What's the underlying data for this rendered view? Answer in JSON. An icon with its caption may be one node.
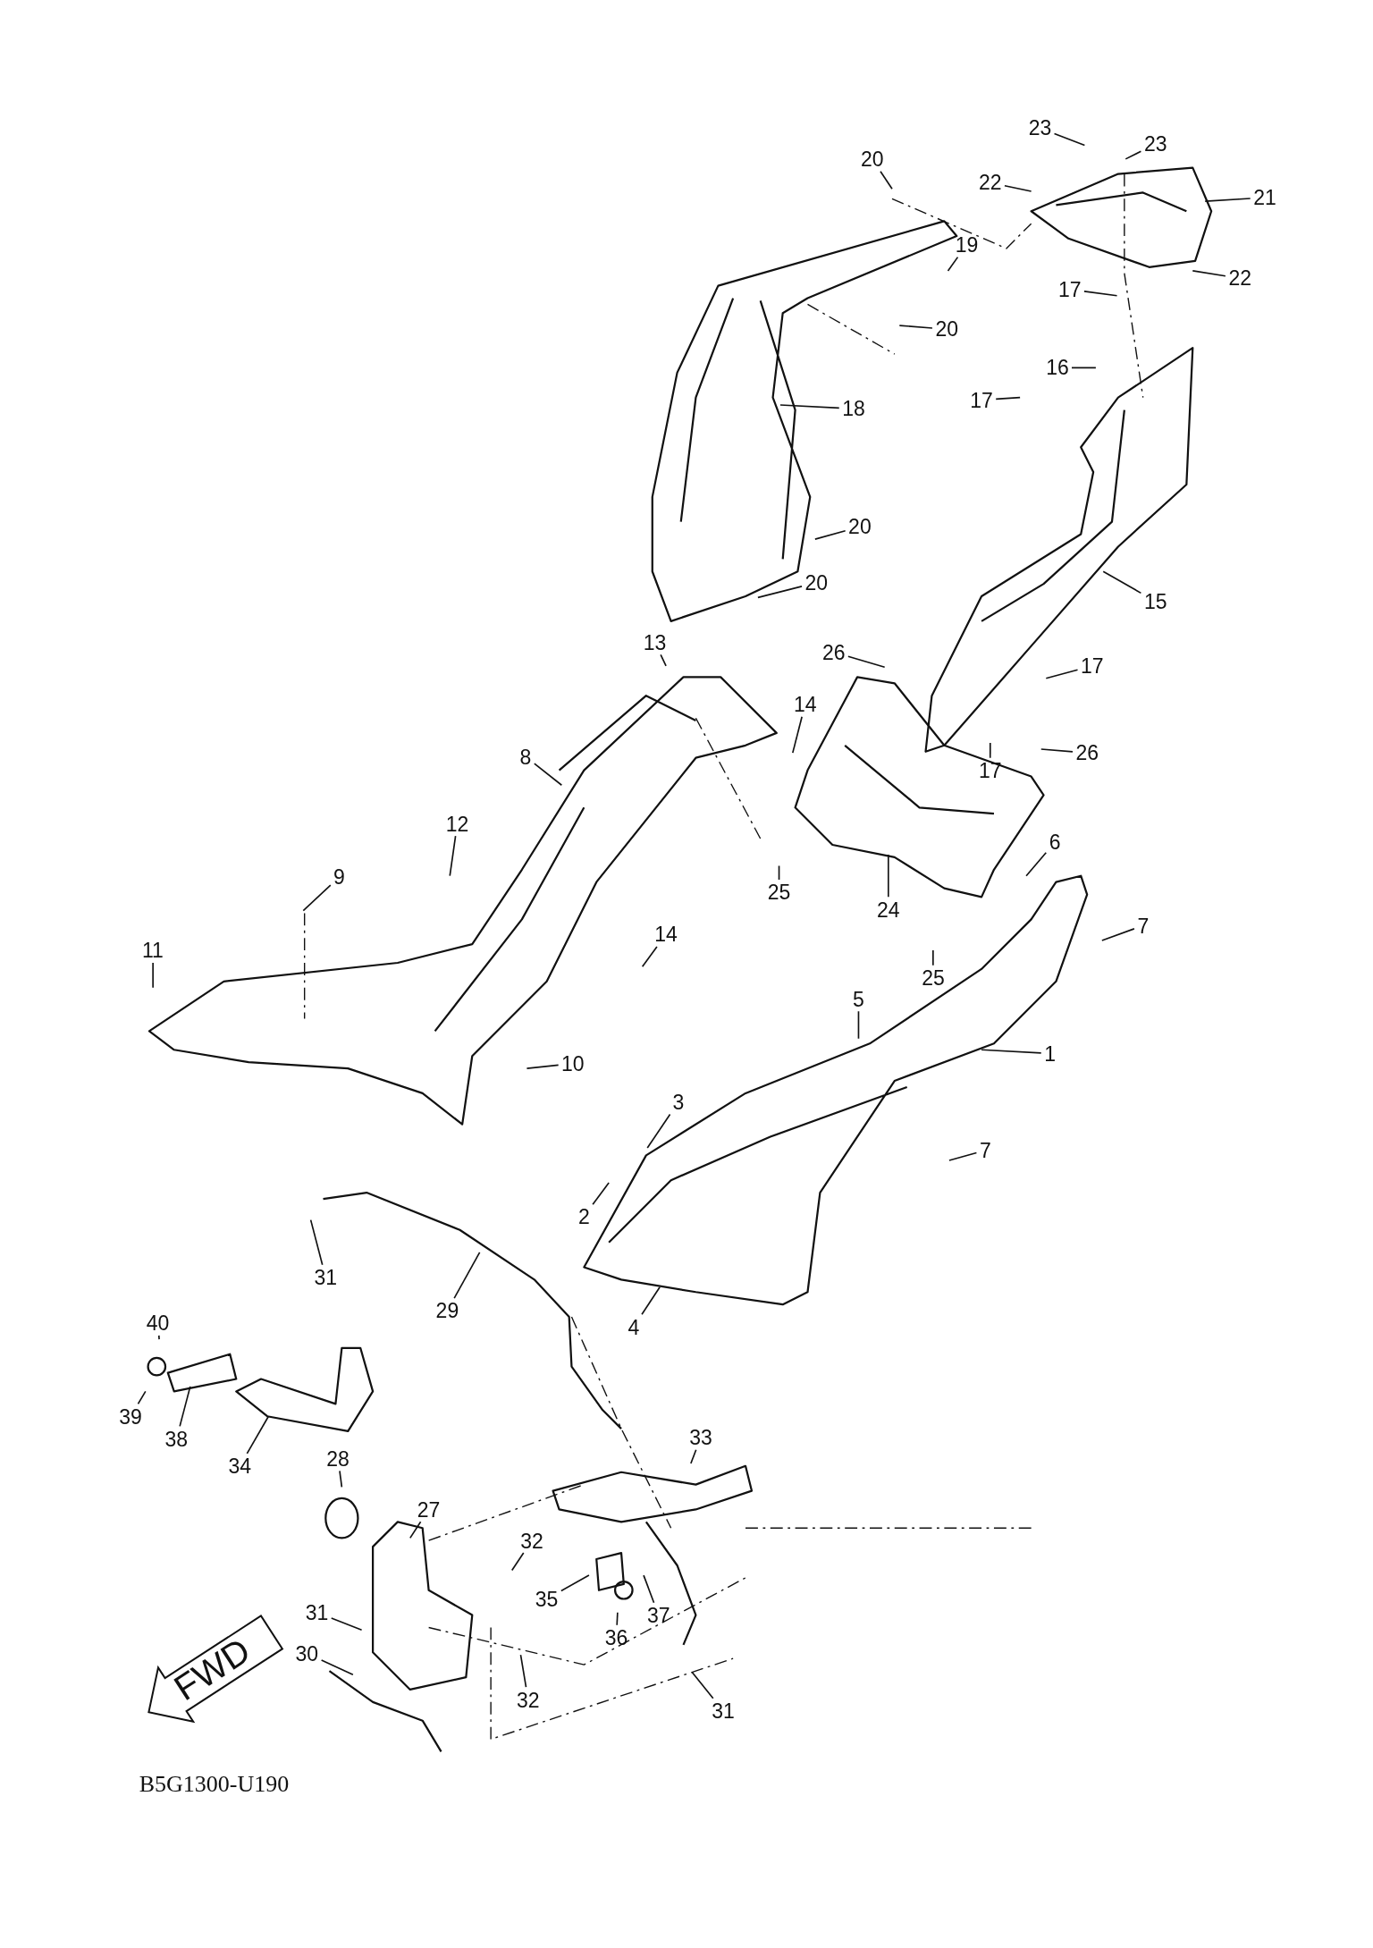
{
  "diagram": {
    "nodes": [
      {
        "text": [
          "23"
        ]
      },
      {
        "text": [
          "23"
        ]
      },
      {
        "text": [
          "20"
        ]
      },
      {
        "text": [
          "22"
        ]
      },
      {
        "text": [
          "21"
        ]
      },
      {
        "text": [
          "19"
        ]
      },
      {
        "text": [
          "22"
        ]
      },
      {
        "text": [
          "17"
        ]
      },
      {
        "text": [
          "20"
        ]
      },
      {
        "text": [
          "16"
        ]
      },
      {
        "text": [
          "17"
        ]
      },
      {
        "text": [
          "18"
        ]
      },
      {
        "text": [
          "20"
        ]
      },
      {
        "text": [
          "20"
        ]
      },
      {
        "text": [
          "15"
        ]
      },
      {
        "text": [
          "13"
        ]
      },
      {
        "text": [
          "26"
        ]
      },
      {
        "text": [
          "17"
        ]
      },
      {
        "text": [
          "14"
        ]
      },
      {
        "text": [
          "26"
        ]
      },
      {
        "text": [
          "8"
        ]
      },
      {
        "text": [
          "17"
        ]
      },
      {
        "text": [
          "12"
        ]
      },
      {
        "text": [
          "6"
        ]
      },
      {
        "text": [
          "9"
        ]
      },
      {
        "text": [
          "25"
        ]
      },
      {
        "text": [
          "24"
        ]
      },
      {
        "text": [
          "14"
        ]
      },
      {
        "text": [
          "7"
        ]
      },
      {
        "text": [
          "11"
        ]
      },
      {
        "text": [
          "25"
        ]
      },
      {
        "text": [
          "5"
        ]
      },
      {
        "text": [
          "1"
        ]
      },
      {
        "text": [
          "10"
        ]
      },
      {
        "text": [
          "3"
        ]
      },
      {
        "text": [
          "7"
        ]
      },
      {
        "text": [
          "2"
        ]
      },
      {
        "text": [
          "31"
        ]
      },
      {
        "text": [
          "29"
        ]
      },
      {
        "text": [
          "4"
        ]
      },
      {
        "text": [
          "40"
        ]
      },
      {
        "text": [
          "39"
        ]
      },
      {
        "text": [
          "38"
        ]
      },
      {
        "text": [
          "34"
        ]
      },
      {
        "text": [
          "33"
        ]
      },
      {
        "text": [
          "28"
        ]
      },
      {
        "text": [
          "27"
        ]
      },
      {
        "text": [
          "32"
        ]
      },
      {
        "text": [
          "35"
        ]
      },
      {
        "text": [
          "37"
        ]
      },
      {
        "text": [
          "36"
        ]
      },
      {
        "text": [
          "31"
        ]
      },
      {
        "text": [
          "30"
        ]
      },
      {
        "text": [
          "32"
        ]
      },
      {
        "text": [
          "31"
        ]
      },
      {
        "text": [
          "FWD"
        ]
      }
    ],
    "edges": [
      {
        "from": 0,
        "to": null,
        "arrow": "none"
      },
      {
        "from": 1,
        "to": null,
        "arrow": "none"
      },
      {
        "from": 2,
        "to": null,
        "arrow": "none"
      },
      {
        "from": 3,
        "to": null,
        "arrow": "none"
      },
      {
        "from": 4,
        "to": null,
        "arrow": "none"
      },
      {
        "from": 5,
        "to": null,
        "arrow": "none"
      },
      {
        "from": 6,
        "to": null,
        "arrow": "none"
      },
      {
        "from": 7,
        "to": null,
        "arrow": "none"
      },
      {
        "from": 8,
        "to": null,
        "arrow": "none"
      },
      {
        "from": 9,
        "to": null,
        "arrow": "none"
      },
      {
        "from": 10,
        "to": null,
        "arrow": "none"
      },
      {
        "from": 11,
        "to": null,
        "arrow": "none"
      },
      {
        "from": 12,
        "to": null,
        "arrow": "none"
      },
      {
        "from": 13,
        "to": null,
        "arrow": "none"
      },
      {
        "from": 14,
        "to": null,
        "arrow": "none"
      },
      {
        "from": 15,
        "to": null,
        "arrow": "none"
      },
      {
        "from": 16,
        "to": null,
        "arrow": "none"
      },
      {
        "from": 17,
        "to": null,
        "arrow": "none"
      },
      {
        "from": 18,
        "to": null,
        "arrow": "none"
      },
      {
        "from": 19,
        "to": null,
        "arrow": "none"
      },
      {
        "from": 20,
        "to": null,
        "arrow": "none"
      },
      {
        "from": 21,
        "to": null,
        "arrow": "none"
      },
      {
        "from": 22,
        "to": null,
        "arrow": "none"
      },
      {
        "from": 23,
        "to": null,
        "arrow": "none"
      },
      {
        "from": 24,
        "to": null,
        "arrow": "none"
      },
      {
        "from": 25,
        "to": null,
        "arrow": "none"
      },
      {
        "from": 26,
        "to": null,
        "arrow": "none"
      },
      {
        "from": 27,
        "to": null,
        "arrow": "none"
      },
      {
        "from": 28,
        "to": null,
        "arrow": "none"
      },
      {
        "from": 29,
        "to": null,
        "arrow": "none"
      },
      {
        "from": 30,
        "to": null,
        "arrow": "none"
      },
      {
        "from": 31,
        "to": null,
        "arrow": "none"
      },
      {
        "from": 32,
        "to": null,
        "arrow": "none"
      },
      {
        "from": 33,
        "to": null,
        "arrow": "none"
      },
      {
        "from": 34,
        "to": null,
        "arrow": "none"
      },
      {
        "from": 35,
        "to": null,
        "arrow": "none"
      },
      {
        "from": 36,
        "to": null,
        "arrow": "none"
      },
      {
        "from": 37,
        "to": null,
        "arrow": "none"
      },
      {
        "from": 38,
        "to": null,
        "arrow": "none"
      },
      {
        "from": 39,
        "to": null,
        "arrow": "none"
      },
      {
        "from": 40,
        "to": null,
        "arrow": "none"
      },
      {
        "from": 41,
        "to": null,
        "arrow": "none"
      },
      {
        "from": 42,
        "to": null,
        "arrow": "none"
      },
      {
        "from": 43,
        "to": null,
        "arrow": "none"
      },
      {
        "from": 44,
        "to": null,
        "arrow": "none"
      },
      {
        "from": 45,
        "to": null,
        "arrow": "none"
      },
      {
        "from": 46,
        "to": null,
        "arrow": "none"
      },
      {
        "from": 47,
        "to": null,
        "arrow": "none"
      },
      {
        "from": 48,
        "to": null,
        "arrow": "none"
      },
      {
        "from": 49,
        "to": null,
        "arrow": "none"
      },
      {
        "from": 50,
        "to": null,
        "arrow": "none"
      },
      {
        "from": 51,
        "to": null,
        "arrow": "none"
      },
      {
        "from": 52,
        "to": null,
        "arrow": "none"
      },
      {
        "from": 53,
        "to": null,
        "arrow": "none"
      },
      {
        "from": 54,
        "to": null,
        "arrow": "none"
      }
    ],
    "labels": [
      "B5G1300-U190"
    ]
  }
}
